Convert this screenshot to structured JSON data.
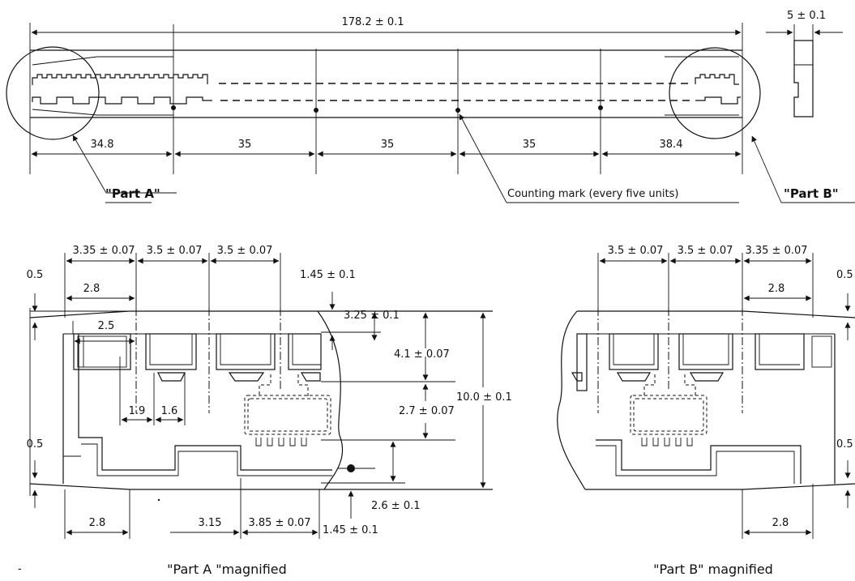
{
  "overview": {
    "overall_length": "178.2 ± 0.1",
    "width": "5 ± 0.1",
    "pitches": [
      "34.8",
      "35",
      "35",
      "35",
      "38.4"
    ],
    "part_a_label": "\"Part A\"",
    "part_b_label": "\"Part B\"",
    "counting_mark": "Counting mark (every five units)"
  },
  "part_a": {
    "top_pitches": [
      "3.35 ± 0.07",
      "3.5 ± 0.07",
      "3.5 ± 0.07"
    ],
    "d_2_8": "2.8",
    "d_2_5": "2.5",
    "d_1_9": "1.9",
    "d_1_6": "1.6",
    "d_0_5_top": "0.5",
    "d_0_5_bottom": "0.5",
    "d_1_45_top": "1.45 ± 0.1",
    "d_3_25": "3.25 ± 0.1",
    "d_4_1": "4.1 ± 0.07",
    "d_2_7": "2.7 ± 0.07",
    "d_10_0": "10.0 ± 0.1",
    "d_2_6": "2.6 ± 0.1",
    "d_1_45_bottom": "1.45 ± 0.1",
    "bottom_2_8": "2.8",
    "bottom_3_15": "3.15",
    "bottom_3_85": "3.85 ± 0.07",
    "caption": "\"Part A \"magnified"
  },
  "part_b": {
    "top_pitches": [
      "3.5 ± 0.07",
      "3.5 ± 0.07",
      "3.35 ± 0.07"
    ],
    "d_2_8": "2.8",
    "d_0_5_top": "0.5",
    "d_0_5_bottom": "0.5",
    "bottom_2_8": "2.8",
    "caption": "\"Part B\" magnified"
  }
}
